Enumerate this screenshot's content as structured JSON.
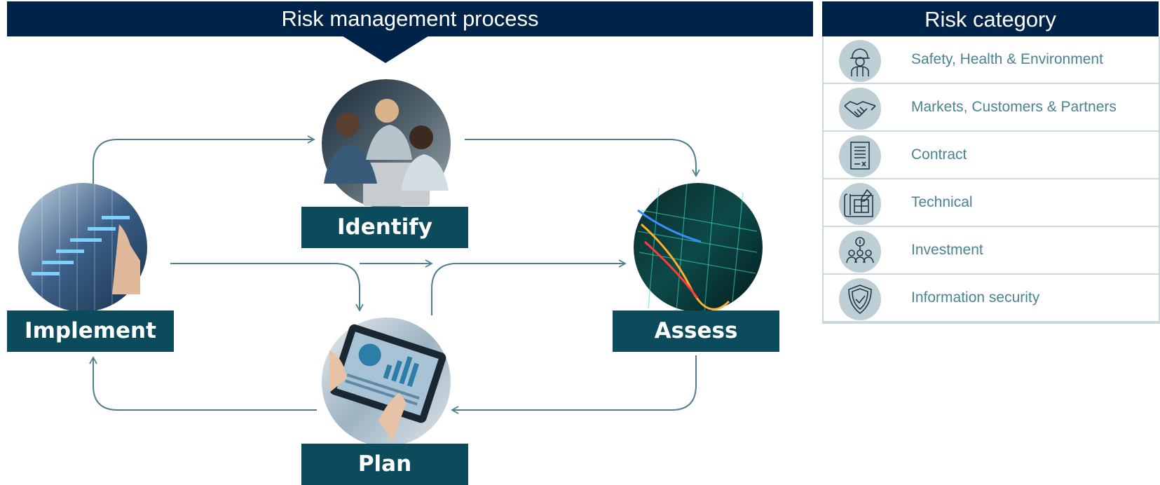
{
  "process": {
    "title": "Risk management process",
    "steps": {
      "identify": "Identify",
      "implement": "Implement",
      "assess": "Assess",
      "plan": "Plan"
    }
  },
  "category": {
    "title": "Risk category",
    "items": [
      {
        "label": "Safety, Health & Environment",
        "icon": "worker-helmet-icon"
      },
      {
        "label": "Markets, Customers  & Partners",
        "icon": "handshake-icon"
      },
      {
        "label": "Contract",
        "icon": "contract-document-icon"
      },
      {
        "label": "Technical",
        "icon": "blueprint-icon"
      },
      {
        "label": "Investment",
        "icon": "investment-people-icon"
      },
      {
        "label": "Information security",
        "icon": "shield-icon"
      }
    ]
  },
  "colors": {
    "banner": "#00234a",
    "step_label": "#0c4b5c",
    "arrow": "#4f7f8a",
    "category_text": "#4a8492",
    "icon_circle": "#bdcfd4"
  }
}
